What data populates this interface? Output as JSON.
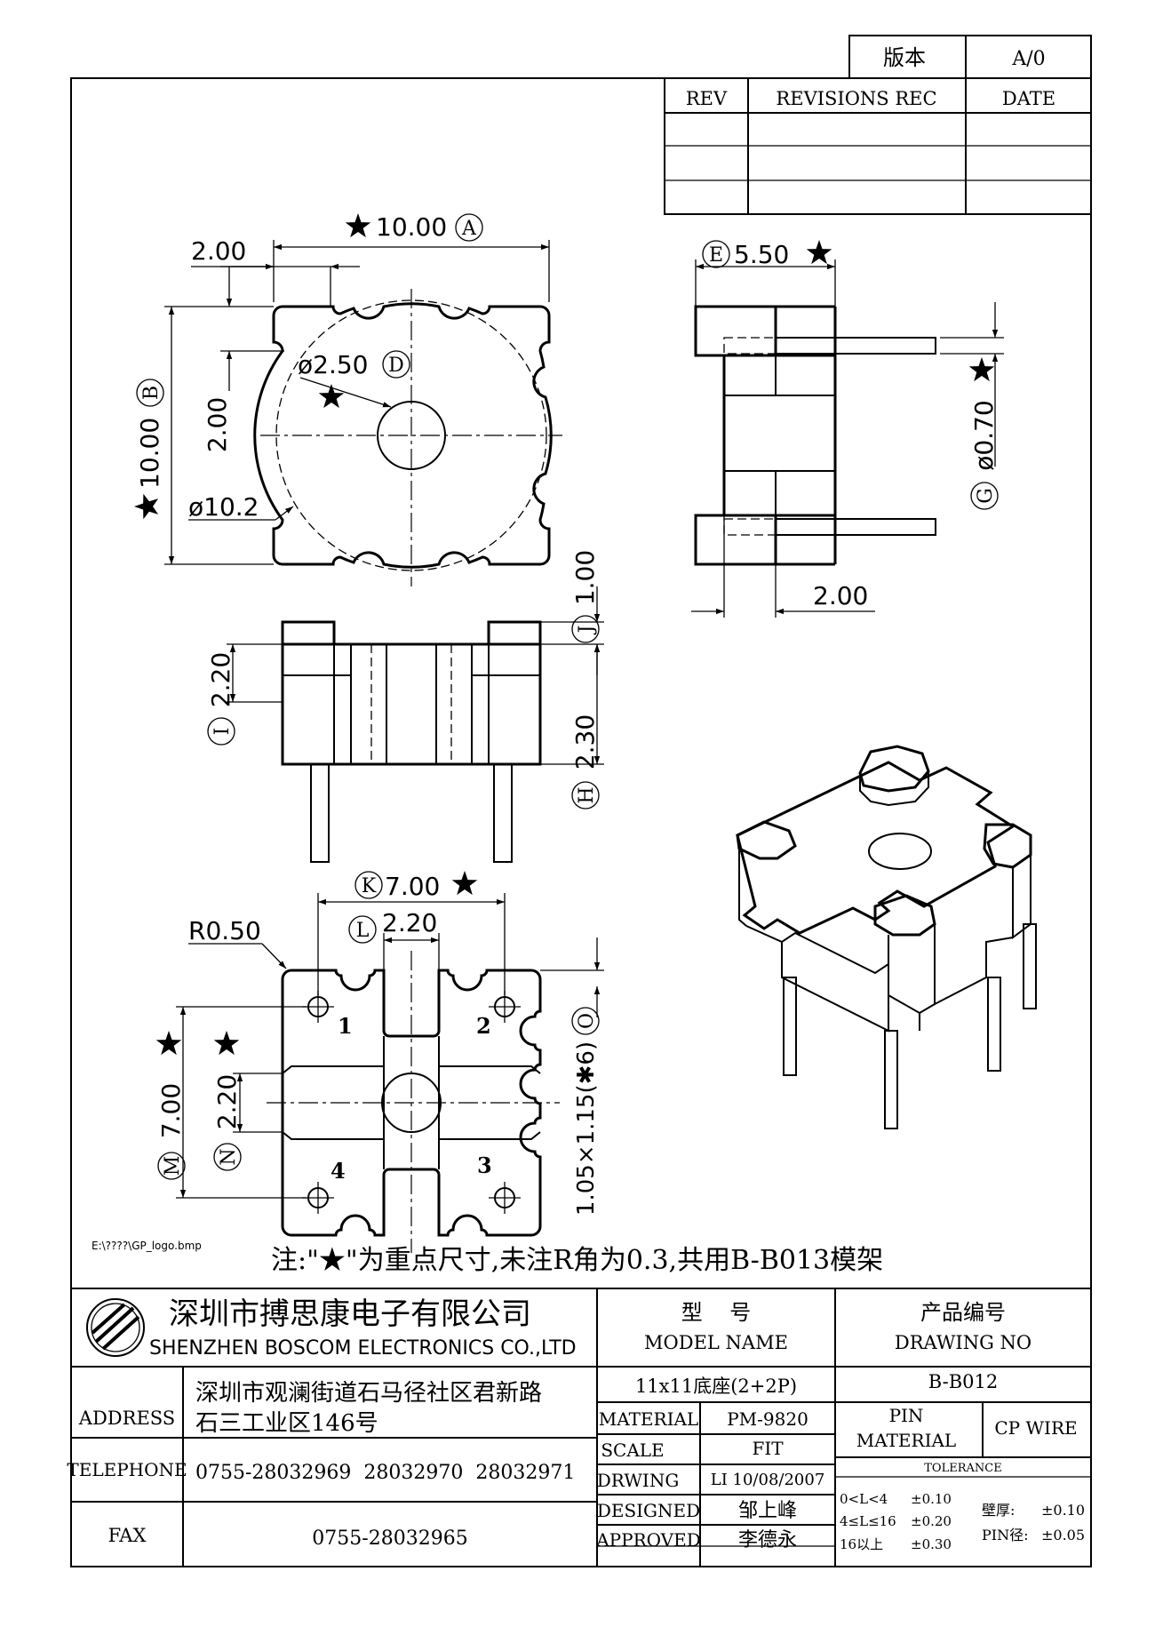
{
  "version_block": {
    "label": "版本",
    "value": "A/0"
  },
  "revision_table": {
    "headers": [
      "REV",
      "REVISIONS REC",
      "DATE"
    ],
    "rows": [
      [
        "",
        "",
        ""
      ],
      [
        "",
        "",
        ""
      ],
      [
        "",
        "",
        ""
      ]
    ]
  },
  "dimensions": {
    "top_width": "10.00",
    "top_width_ref": "A",
    "top_height": "10.00",
    "top_height_ref": "B",
    "top_offset_x": "2.00",
    "top_offset_y": "2.00",
    "hole_diameter": "ø2.50",
    "hole_diameter_ref": "D",
    "outer_diameter": "ø10.2",
    "side_width": "5.50",
    "side_width_ref": "E",
    "pin_diameter": "ø0.70",
    "pin_diameter_ref": "G",
    "side_bottom": "2.00",
    "flange_height": "1.00",
    "flange_height_ref": "J",
    "pin_depth": "2.30",
    "pin_depth_ref": "H",
    "base_height": "2.20",
    "base_height_ref": "I",
    "pin_pitch_x": "7.00",
    "pin_pitch_x_ref": "K",
    "slot_width": "2.20",
    "slot_width_ref": "L",
    "corner_radius": "R0.50",
    "pin_pitch_y": "7.00",
    "pin_pitch_y_ref": "M",
    "slot_height": "2.20",
    "slot_height_ref": "N",
    "notch": "1.05×1.15(✱6)",
    "notch_ref": "O"
  },
  "pin_labels": [
    "1",
    "2",
    "3",
    "4"
  ],
  "logo_path": "E:\\????\\GP_logo.bmp",
  "note": "注:\"★\"为重点尺寸,未注R角为0.3,共用B-B013模架",
  "company": {
    "name_cn": "深圳市搏思康电子有限公司",
    "name_en": "SHENZHEN BOSCOM ELECTRONICS CO.,LTD"
  },
  "title_block": {
    "model_label_cn": "型    号",
    "model_label_en": "MODEL NAME",
    "drawing_label_cn": "产品编号",
    "drawing_label_en": "DRAWING NO",
    "model_name": "11x11底座(2+2P)",
    "drawing_no": "B-B012",
    "address_label": "ADDRESS",
    "address_line1": "深圳市观澜街道石马径社区君新路",
    "address_line2": "石三工业区146号",
    "telephone_label": "TELEPHONE",
    "telephone": "0755-28032969  28032970  28032971",
    "fax_label": "FAX",
    "fax": "0755-28032965",
    "material_label": "MATERIAL",
    "material": "PM-9820",
    "scale_label": "SCALE",
    "scale": "FIT",
    "drawing_by_label": "DRWING",
    "drawing_by": "LI 10/08/2007",
    "designed_label": "DESIGNED",
    "designed": "邹上峰",
    "approved_label": "APPROVED",
    "approved": "李德永",
    "pin_material_label_1": "PIN",
    "pin_material_label_2": "MATERIAL",
    "pin_material": "CP WIRE",
    "tolerance_label": "TOLERANCE",
    "tol_1_range": "0<L<4",
    "tol_1_value": "±0.10",
    "tol_2_range": "4≤L≤16",
    "tol_2_value": "±0.20",
    "tol_3_range": "16以上",
    "tol_3_value": "±0.30",
    "wall_label": "壁厚:",
    "wall_value": "±0.10",
    "pin_dia_label": "PIN径:",
    "pin_dia_value": "±0.05"
  }
}
